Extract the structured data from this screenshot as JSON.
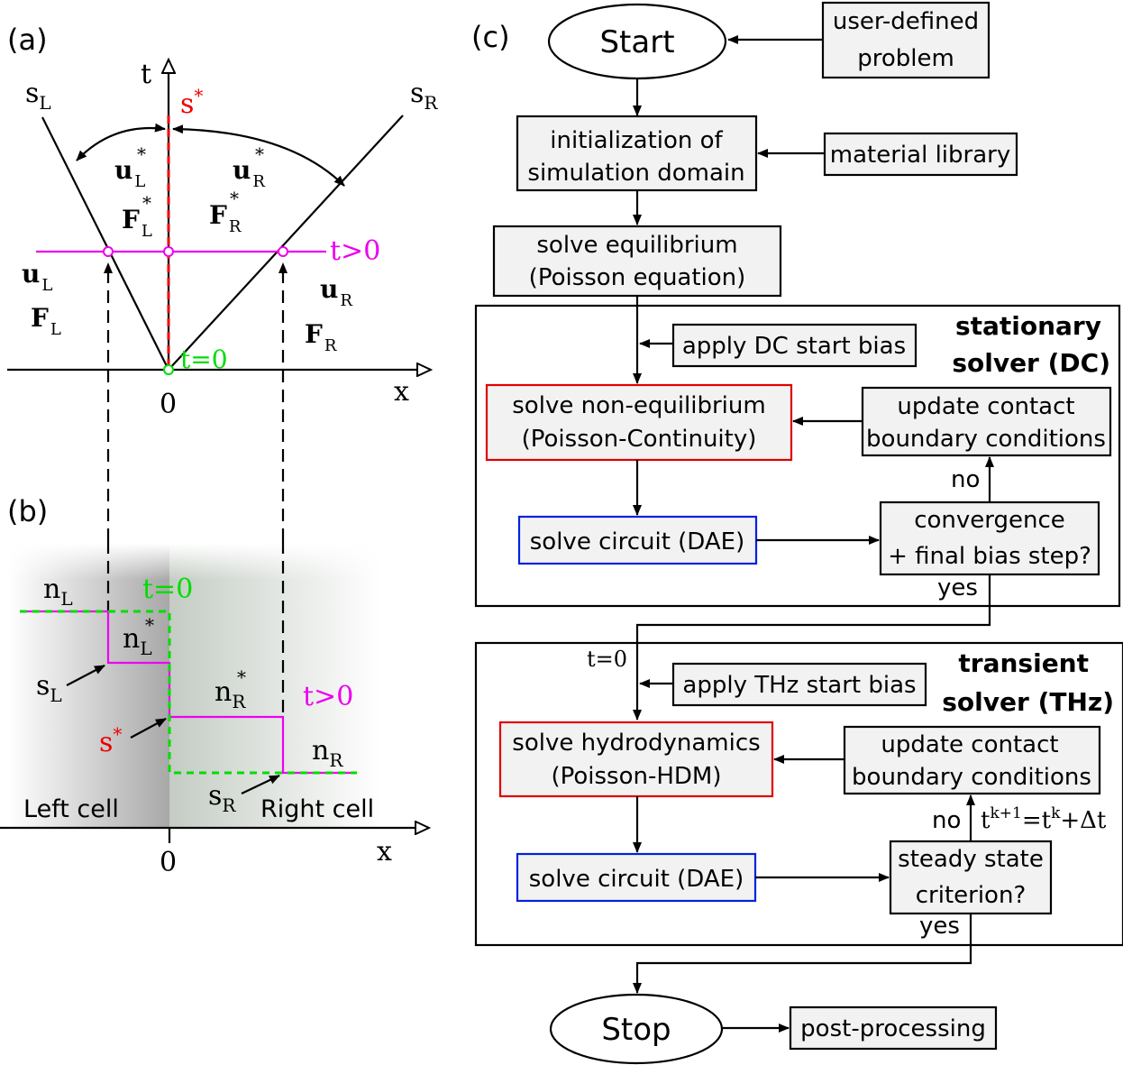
{
  "panel_a": {
    "label": "(a)",
    "t_axis": "t",
    "x_axis": "x",
    "origin": "0",
    "sL": "s",
    "sL_sub": "L",
    "sR": "s",
    "sR_sub": "R",
    "s_star": "s",
    "s_star_sup": "*",
    "uL_star": "u",
    "uL_star_sub": "L",
    "uL_star_sup": "*",
    "uR_star": "u",
    "uR_star_sub": "R",
    "uR_star_sup": "*",
    "FL_star": "F",
    "FL_star_sub": "L",
    "FL_star_sup": "*",
    "FR_star": "F",
    "FR_star_sub": "R",
    "FR_star_sup": "*",
    "uL": "u",
    "uL_sub": "L",
    "FL": "F",
    "FL_sub": "L",
    "uR": "u",
    "uR_sub": "R",
    "FR": "F",
    "FR_sub": "R",
    "t_pos": "t>0",
    "t_zero": "t=0"
  },
  "panel_b": {
    "label": "(b)",
    "x_axis": "x",
    "origin": "0",
    "nL": "n",
    "nL_sub": "L",
    "nL_star": "n",
    "nL_star_sub": "L",
    "nL_star_sup": "*",
    "nR_star": "n",
    "nR_star_sub": "R",
    "nR_star_sup": "*",
    "nR": "n",
    "nR_sub": "R",
    "t_zero": "t=0",
    "t_pos": "t>0",
    "sL": "s",
    "sL_sub": "L",
    "sR": "s",
    "sR_sub": "R",
    "s_star": "s",
    "s_star_sup": "*",
    "left_cell": "Left cell",
    "right_cell": "Right cell"
  },
  "panel_c": {
    "label": "(c)",
    "start": "Start",
    "user_defined_1": "user-defined",
    "user_defined_2": "problem",
    "init_1": "initialization of",
    "init_2": "simulation domain",
    "material_library": "material library",
    "equil_1": "solve equilibrium",
    "equil_2": "(Poisson equation)",
    "stationary_1": "stationary",
    "stationary_2": "solver (DC)",
    "apply_dc": "apply DC start bias",
    "noneq_1": "solve non-equilibrium",
    "noneq_2": "(Poisson-Continuity)",
    "update_dc_1": "update contact",
    "update_dc_2": "boundary conditions",
    "no_dc": "no",
    "circuit_dc": "solve circuit (DAE)",
    "conv_1": "convergence",
    "conv_2": "+ final bias step?",
    "yes_dc": "yes",
    "t0": "t=0",
    "transient_1": "transient",
    "transient_2": "solver (THz)",
    "apply_thz": "apply THz start bias",
    "hdm_1": "solve hydrodynamics",
    "hdm_2": "(Poisson-HDM)",
    "update_thz_1": "update contact",
    "update_thz_2": "boundary conditions",
    "no_thz": "no",
    "tk_a": "t",
    "tk_a_sup": "k+1",
    "tk_b": "=t",
    "tk_b_sup": "k",
    "tk_c": "+Δt",
    "circuit_thz": "solve circuit (DAE)",
    "steady_1": "steady state",
    "steady_2": "criterion?",
    "yes_thz": "yes",
    "stop": "Stop",
    "post": "post-processing"
  },
  "colors": {
    "magenta": "#ee00ee",
    "green": "#00dd00",
    "red": "#ee0000",
    "blue": "#0022dd",
    "box_fill": "#f2f2f2"
  }
}
